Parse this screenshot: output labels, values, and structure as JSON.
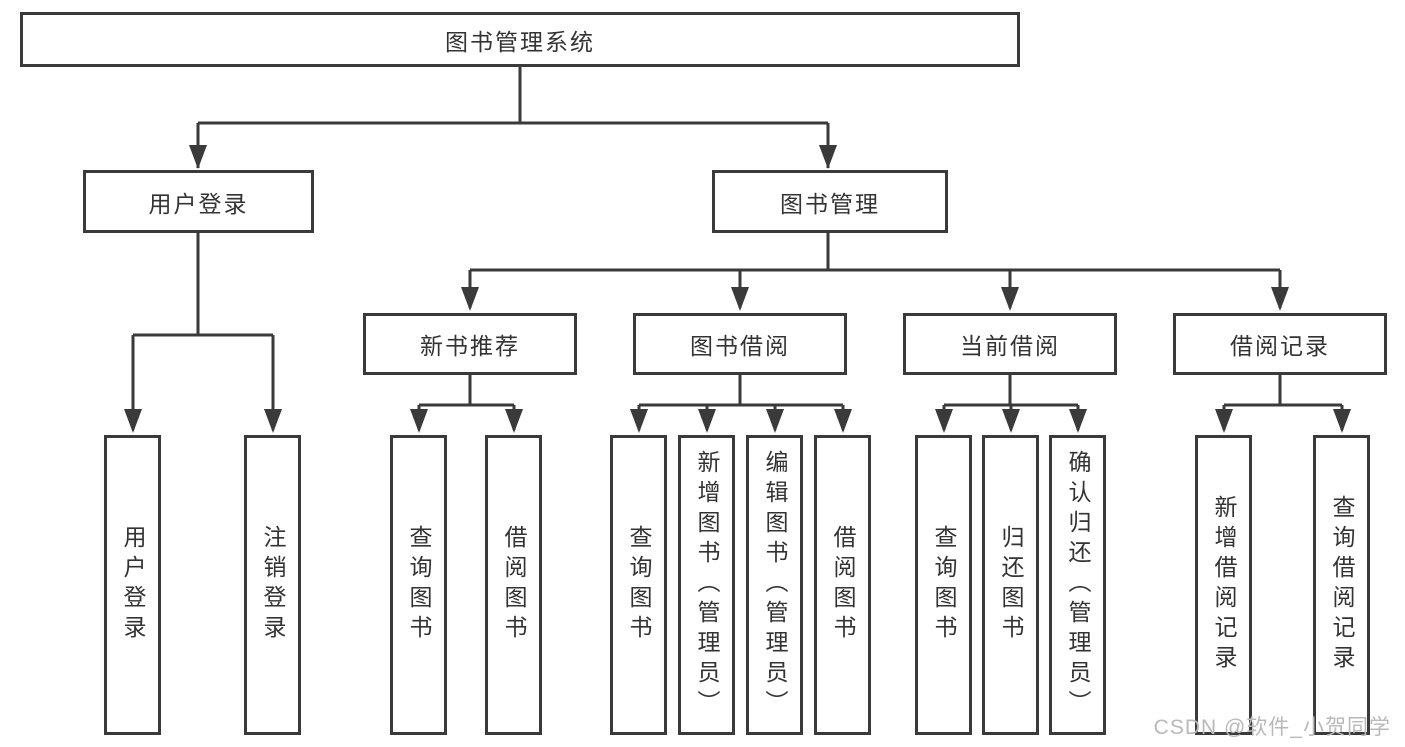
{
  "diagram": {
    "root": "图书管理系统",
    "branches": {
      "user_login": "用户登录",
      "book_mgmt": "图书管理"
    },
    "sections": {
      "new_rec": "新书推荐",
      "borrowing": "图书借阅",
      "current": "当前借阅",
      "records": "借阅记录"
    },
    "leaves": {
      "login": "用户登录",
      "logout": "注销登录",
      "rec_query": "查询图书",
      "rec_borrow": "借阅图书",
      "bor_query": "查询图书",
      "bor_add": "新增图书（管理员）",
      "bor_edit": "编辑图书（管理员）",
      "bor_borrow": "借阅图书",
      "cur_query": "查询图书",
      "cur_return": "归还图书",
      "cur_confirm": "确认归还（管理员）",
      "rec_add_record": "新增借阅记录",
      "rec_query_record": "查询借阅记录"
    }
  },
  "watermark": "CSDN @软件_小贺同学",
  "colors": {
    "line": "#3a3a3a",
    "text": "#333333",
    "watermark": "#b9b9b9",
    "background": "#ffffff"
  }
}
